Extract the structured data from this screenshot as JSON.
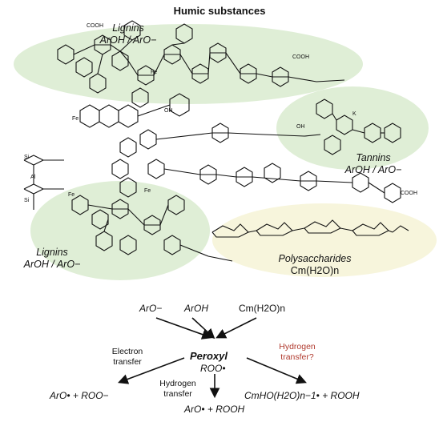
{
  "title": "Humic substances",
  "regions": {
    "lignins_top": {
      "name": "Lignins",
      "formula": "ArOH / ArO−"
    },
    "tannins": {
      "name": "Tannins",
      "formula": "ArOH / ArO−"
    },
    "lignins_bottom": {
      "name": "Lignins",
      "formula": "ArOH / ArO−"
    },
    "polysaccharides": {
      "name": "Polysaccharides",
      "formula": "Cm(H2O)n"
    }
  },
  "mechanism": {
    "reactants": {
      "aro_minus": "ArO−",
      "aroh": "ArOH",
      "carb": "Cm(H2O)n"
    },
    "center_name": "Peroxyl",
    "center_formula": "ROO•",
    "electron_transfer": "Electron transfer",
    "hydrogen_transfer_q": "Hydrogen transfer?",
    "hydrogen_transfer": "Hydrogen transfer",
    "product_left": "ArO• + ROO−",
    "product_center": "ArO• + ROOH",
    "product_right": "CmHO(H2O)n−1• + ROOH"
  },
  "colors": {
    "lignin_fill": "#dfeed6",
    "polysaccharide_fill": "#f7f5dc",
    "highlight_red": "#b03a2e"
  }
}
